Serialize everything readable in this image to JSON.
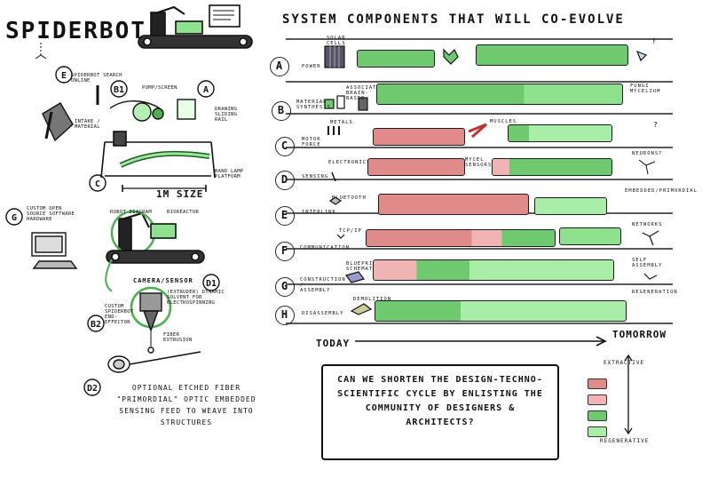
{
  "left": {
    "title": "SPiDERBOT",
    "labels": {
      "e": "E",
      "b1": "B1",
      "a": "A",
      "c": "C",
      "g": "G",
      "d1": "D1",
      "b2": "B2",
      "d2": "D2",
      "spiderbot_search_online": "SPIDERBOT SEARCH ONLINE",
      "pump_screen": "PUMP/SCREEN",
      "intake": "INTAKE / MATERIAL",
      "drawing_sliding_rail": "DRAWING SLIDING RAIL",
      "band_lamp_platform": "BAND LAMP PLATFORM",
      "dimension": "1M SIZE",
      "custom_open_source_software": "CUSTOM OPEN SOURCE SOFTWARE HARDWARE",
      "robot_arm_diagram": "ROBOT DIAGRAM",
      "bioreactor": "BIOREACTOR",
      "camera_sensor": "CAMERA/SENSOR",
      "extruder_note": "(EXTRUDER) DYNAMIC SOLVENT FOR ELECTROSPINNING",
      "custom_end_effector": "CUSTOM SPIDERBOT END-EFFECTOR",
      "fiber_extrusion": "FIBER EXTRUSION",
      "optional_fiber_note": "OPTIONAL ETCHED FIBER \"PRIMORDIAL\" OPTIC EMBEDDED SENSING FEED TO WEAVE INTO STRUCTURES"
    }
  },
  "right": {
    "title": "SYSTEM COMPONENTS THAT WILL CO-EVOLVE",
    "axis": {
      "start": "TODAY",
      "end": "TOMORROW"
    },
    "question": "CAN WE SHORTEN THE DESIGN-TECHNO-SCIENTIFIC CYCLE BY ENLISTING THE COMMUNITY OF DESIGNERS & ARCHITECTS?",
    "legend": {
      "top": "EXTRACTIVE",
      "bottom": "REGENERATIVE",
      "colors": [
        "#e08a8a",
        "#f0b4b4",
        "#6fca6f",
        "#a8eea8"
      ]
    },
    "rows": [
      {
        "id": "A",
        "label": "POWER",
        "note": "SOLAR CELLS",
        "end_note": "?"
      },
      {
        "id": "B",
        "label": "MATERIAL SYNTHESIS",
        "note": "ASSOCIATIVE BRAIN-BASED",
        "end_note": "FUNGI MYCELIUM"
      },
      {
        "id": "C",
        "label": "MOTOR FORCE",
        "note": "METALS",
        "mid_note": "MUSCLES",
        "end_note": "?"
      },
      {
        "id": "D",
        "label": "SENSING",
        "note": "ELECTRONICS",
        "mid_note": "MYCEL SENSORS",
        "end_note": "NEURONS?"
      },
      {
        "id": "E",
        "label": "INTERLINK",
        "note": "BLUETOOTH",
        "end_note": "EMBEDDED/PRIMORDIAL"
      },
      {
        "id": "F",
        "label": "COMMUNICATION",
        "note": "TCP/IP",
        "end_note": "NETWORKS"
      },
      {
        "id": "G",
        "label": "CONSTRUCTION / ASSEMBLY",
        "note": "BLUEPRINTS SCHEMATICS",
        "end_note": "SELF ASSEMBLY"
      },
      {
        "id": "H",
        "label": "DISASSEMBLY",
        "note": "DEMOLITION",
        "end_note": "REGENERATION"
      }
    ]
  }
}
